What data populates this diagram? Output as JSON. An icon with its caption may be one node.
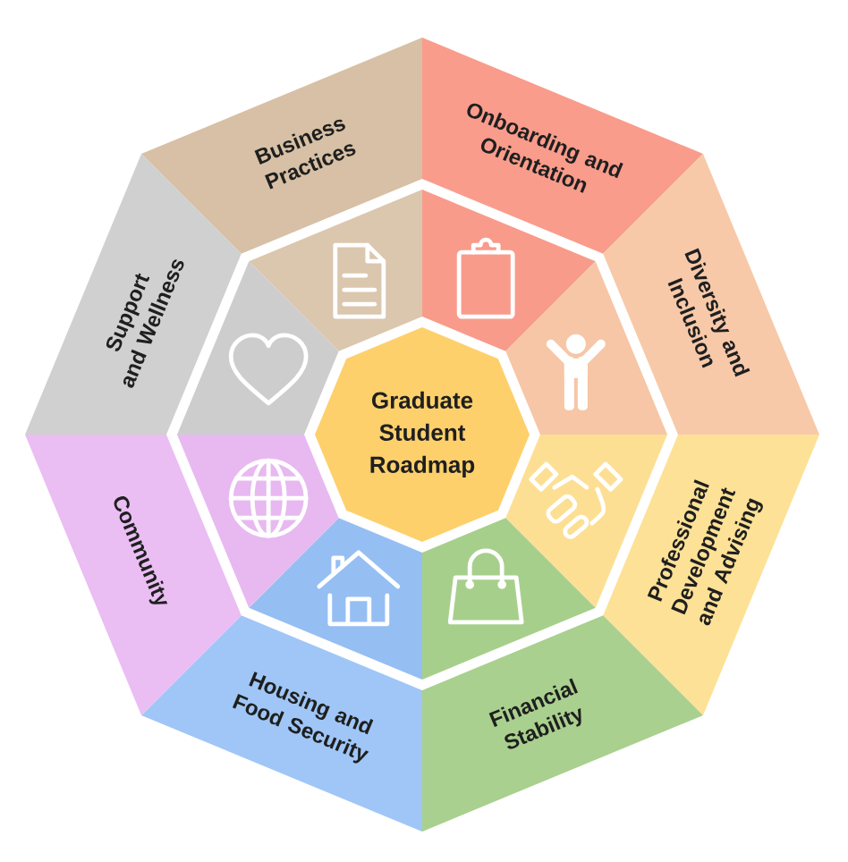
{
  "diagram": {
    "nodes": [
      {
        "text": [
          "Graduate Student Roadmap"
        ]
      },
      {
        "text": [
          "Business Practices"
        ]
      },
      {
        "text": [
          "Onboarding and Orientation"
        ]
      },
      {
        "text": [
          "Diversity and Inclusion"
        ]
      },
      {
        "text": [
          "Professional Development and Advising"
        ]
      },
      {
        "text": [
          "Financial Stability"
        ]
      },
      {
        "text": [
          "Housing and Food Security"
        ]
      },
      {
        "text": [
          "Community"
        ]
      },
      {
        "text": [
          "Support and Wellness"
        ]
      },
      {
        "text": [],
        "shape": "trapezoid"
      },
      {
        "text": [],
        "shape": "trapezoid"
      },
      {
        "text": [],
        "shape": "trapezoid"
      },
      {
        "text": [],
        "shape": "trapezoid"
      },
      {
        "text": [],
        "shape": "trapezoid"
      },
      {
        "text": [],
        "shape": "trapezoid"
      },
      {
        "text": [],
        "shape": "trapezoid"
      },
      {
        "text": [],
        "shape": "trapezoid"
      }
    ]
  }
}
